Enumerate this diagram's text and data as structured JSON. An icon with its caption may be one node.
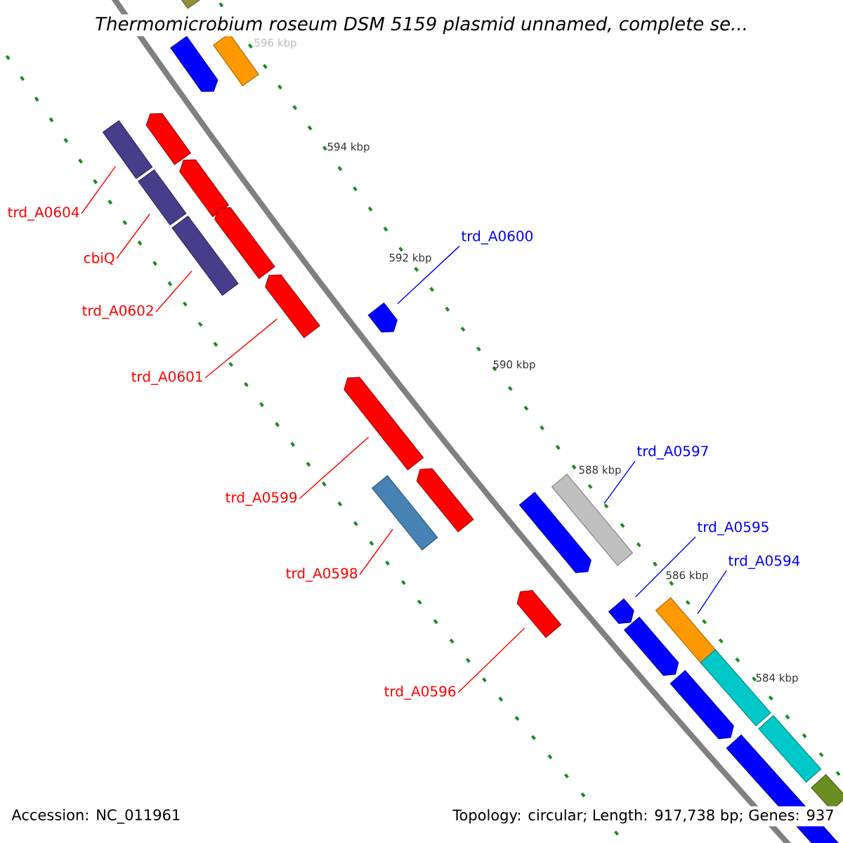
{
  "diagram": {
    "title": "Thermomicrobium roseum DSM 5159 plasmid unnamed, complete se...",
    "nodes": [
      {
        "text": [
          "trd_A0604"
        ]
      },
      {
        "text": [
          "cbiQ"
        ]
      },
      {
        "text": [
          "trd_A0602"
        ]
      },
      {
        "text": [
          "trd_A0601"
        ]
      },
      {
        "text": [
          "trd_A0599"
        ]
      },
      {
        "text": [
          "trd_A0598"
        ]
      },
      {
        "text": [
          "trd_A0596"
        ]
      },
      {
        "text": [
          "trd_A0600"
        ]
      },
      {
        "text": [
          "trd_A0597"
        ]
      },
      {
        "text": [
          "trd_A0595"
        ]
      },
      {
        "text": [
          "trd_A0594"
        ]
      },
      {
        "text": [],
        "shape": "bar"
      },
      {
        "text": [],
        "shape": "arrow"
      },
      {
        "text": [],
        "shape": "bar"
      },
      {
        "text": [],
        "shape": "arrow"
      },
      {
        "text": [],
        "shape": "bar"
      },
      {
        "text": [],
        "shape": "arrow"
      },
      {
        "text": [],
        "shape": "bar"
      },
      {
        "text": [],
        "shape": "arrow"
      },
      {
        "text": [],
        "shape": "bar"
      },
      {
        "text": [],
        "shape": "arrow"
      },
      {
        "text": [],
        "shape": "arrow"
      },
      {
        "text": [],
        "shape": "arrow"
      },
      {
        "text": [],
        "shape": "arrow"
      },
      {
        "text": [],
        "shape": "bar"
      },
      {
        "text": [],
        "shape": "bar"
      },
      {
        "text": [],
        "shape": "arrow"
      },
      {
        "text": [],
        "shape": "arrow"
      },
      {
        "text": [],
        "shape": "arrow"
      },
      {
        "text": [],
        "shape": "bar"
      },
      {
        "text": [],
        "shape": "arrow"
      },
      {
        "text": [],
        "shape": "bar"
      },
      {
        "text": [],
        "shape": "arrow"
      },
      {
        "text": [],
        "shape": "bar"
      },
      {
        "text": [],
        "shape": "arrow"
      },
      {
        "text": [],
        "shape": "bar"
      }
    ],
    "edges": [
      {
        "from": 0,
        "to": 15,
        "arrow": "none"
      },
      {
        "from": 1,
        "to": 17,
        "arrow": "none"
      },
      {
        "from": 2,
        "to": 19,
        "arrow": "none"
      },
      {
        "from": 3,
        "to": 20,
        "arrow": "none"
      },
      {
        "from": 4,
        "to": 22,
        "arrow": "none"
      },
      {
        "from": 5,
        "to": 24,
        "arrow": "none"
      },
      {
        "from": 6,
        "to": 28,
        "arrow": "none"
      },
      {
        "from": 7,
        "to": 21,
        "arrow": "none",
        "color": "#0000ff"
      },
      {
        "from": 8,
        "to": 25,
        "arrow": "none",
        "color": "#0000ff"
      },
      {
        "from": 9,
        "to": 27,
        "arrow": "none",
        "color": "#0000ff"
      },
      {
        "from": 10,
        "to": 29,
        "arrow": "none",
        "color": "#0000ff"
      }
    ],
    "labels": [
      "596 kbp",
      "594 kbp",
      "592 kbp",
      "590 kbp",
      "588 kbp",
      "586 kbp",
      "584 kbp",
      "Accession: NC_011961",
      "Topology: circular; Length: 917,738 bp; Genes: 937"
    ]
  }
}
